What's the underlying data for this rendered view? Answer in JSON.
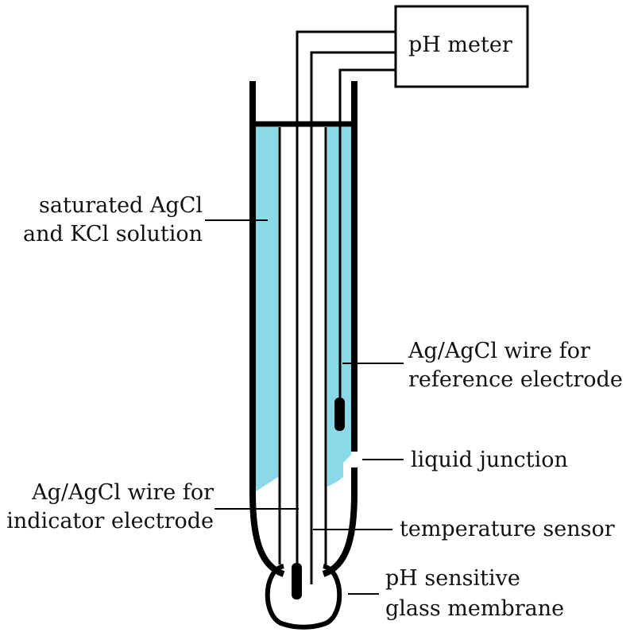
{
  "meter": {
    "label": "pH meter"
  },
  "labels": {
    "solution": {
      "line1": "saturated AgCl",
      "line2": "and KCl solution"
    },
    "reference_wire": {
      "line1": "Ag/AgCl wire for",
      "line2": "reference electrode"
    },
    "junction": {
      "text": "liquid junction"
    },
    "indicator_wire": {
      "line1": "Ag/AgCl wire for",
      "line2": "indicator electrode"
    },
    "temp_sensor": {
      "text": "temperature sensor"
    },
    "membrane": {
      "line1": "pH sensitive",
      "line2": "glass membrane"
    }
  },
  "colors": {
    "solution": "#8ad8e8",
    "line": "#000000",
    "background": "#ffffff"
  }
}
